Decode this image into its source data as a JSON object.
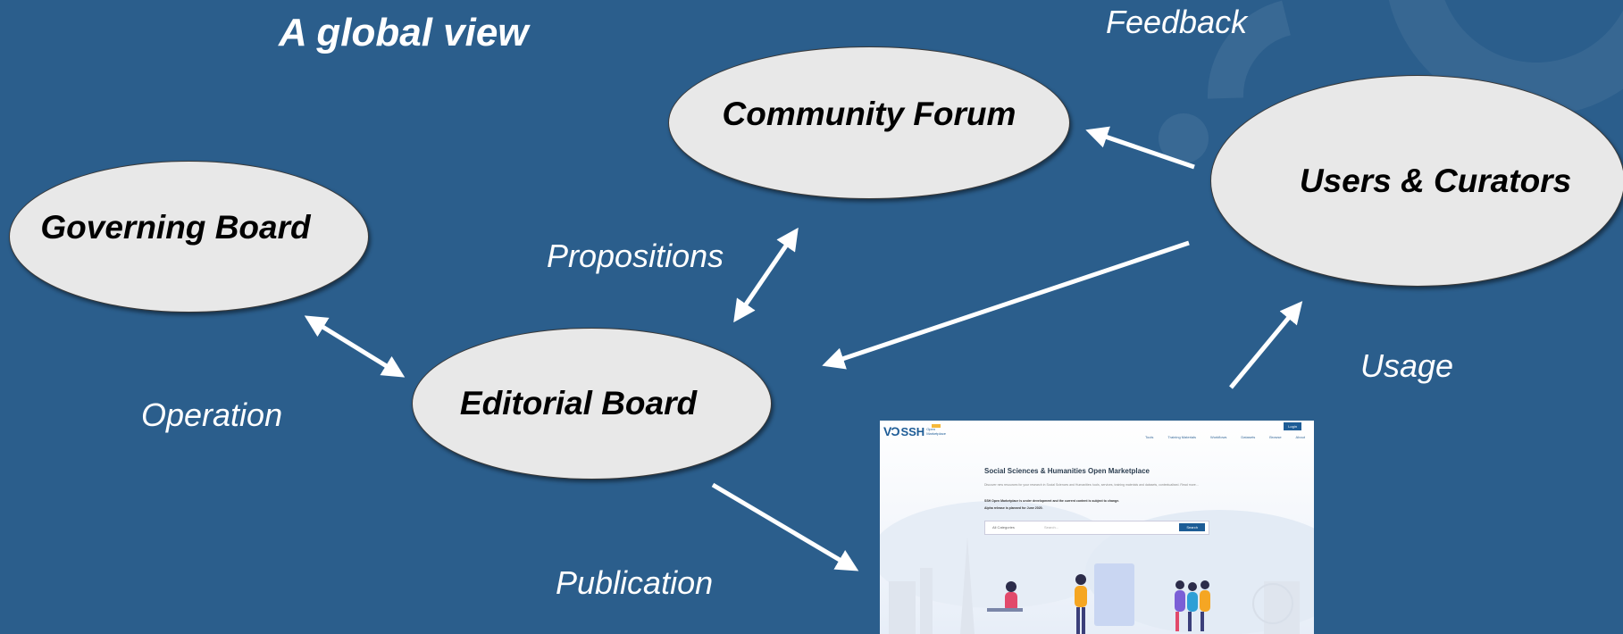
{
  "title": "A global view",
  "nodes": {
    "governing_board": "Governing Board",
    "editorial_board": "Editorial Board",
    "community_forum": "Community Forum",
    "users_curators": "Users & Curators"
  },
  "edge_labels": {
    "feedback": "Feedback",
    "propositions": "Propositions",
    "operation": "Operation",
    "usage": "Usage",
    "publication": "Publication"
  },
  "screenshot": {
    "logo_text": "SSH",
    "logo_sub": "Open Marketplace",
    "login": "Login",
    "nav": [
      "Tools",
      "Training Materials",
      "Workflows",
      "Datasets",
      "Browse",
      "About"
    ],
    "heading": "Social Sciences & Humanities Open Marketplace",
    "intro": "Discover new resources for your research in Social Sciences and Humanities: tools, services, training materials and datasets, contextualised. Read more...",
    "notice1": "SSH Open Marketplace is under development and the current content is subject to change.",
    "notice2": "Alpha release is planned for June 2020.",
    "category": "All Categories",
    "search_placeholder": "Search...",
    "search_button": "Search"
  },
  "colors": {
    "background": "#2b5e8c",
    "ellipse_fill": "#e8e8e8",
    "arrow": "#ffffff",
    "brand": "#1d5c96"
  }
}
